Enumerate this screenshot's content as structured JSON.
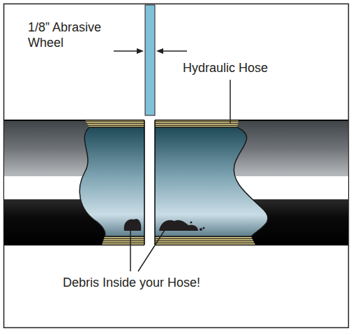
{
  "diagram": {
    "labels": [
      "1/8” Abrasive Wheel",
      "Hydraulic Hose",
      "Debris Inside your Hose!"
    ]
  }
}
